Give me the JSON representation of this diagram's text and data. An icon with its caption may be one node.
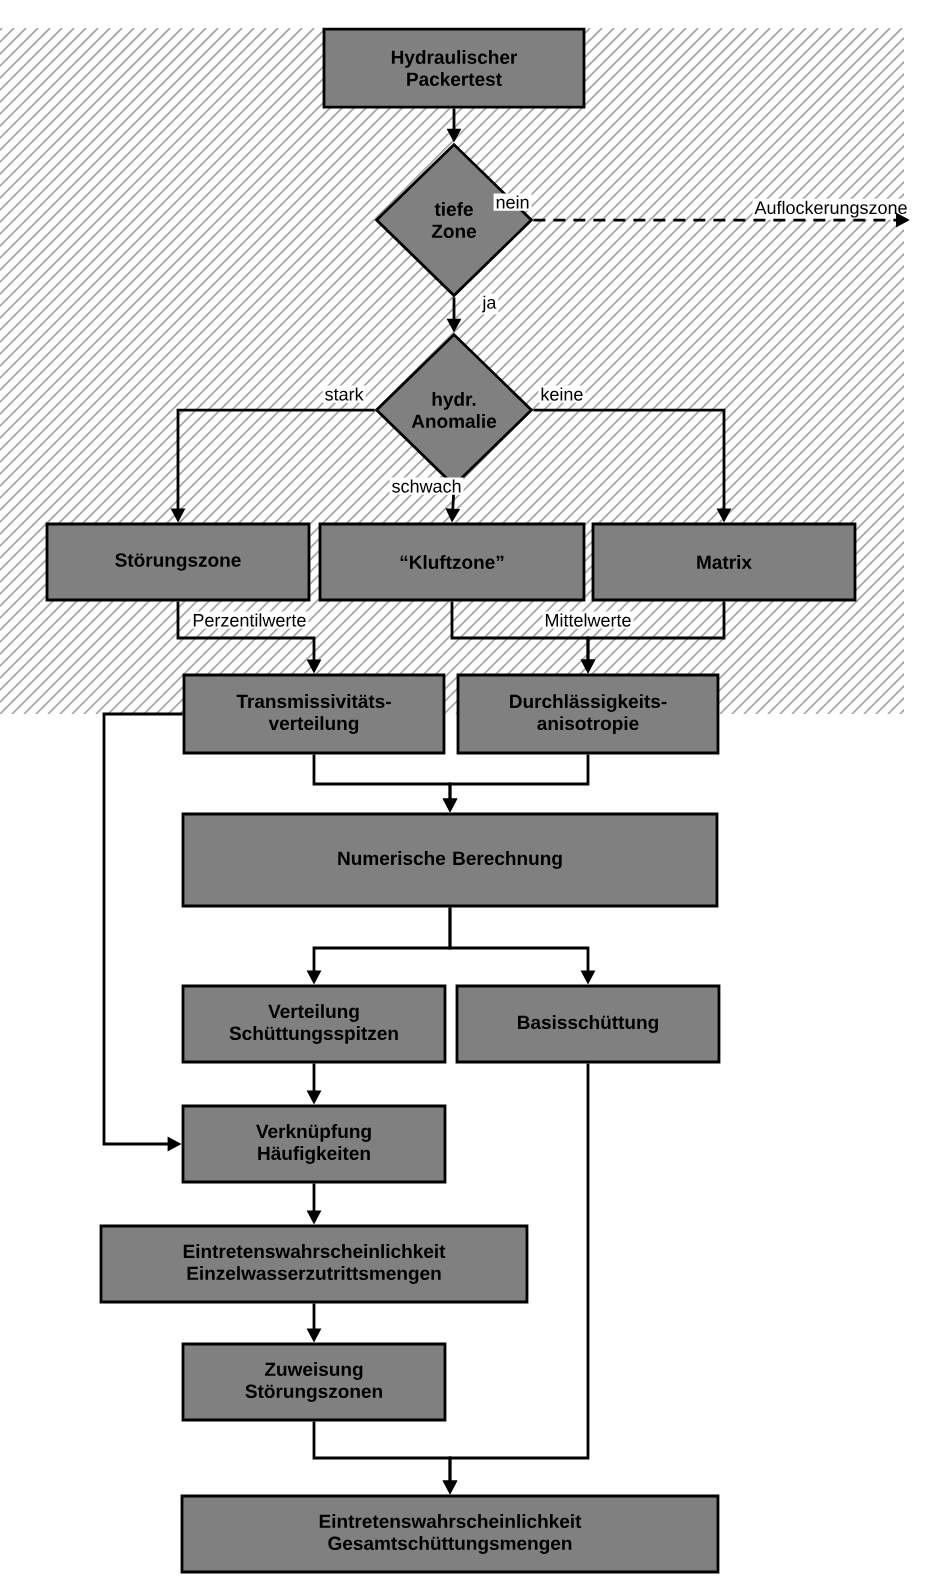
{
  "diagram": {
    "nodes": [
      {
        "text": [
          "Hydraulischer Packertest"
        ]
      },
      {
        "text": [
          "tiefe Zone"
        ]
      },
      {
        "text": [
          "hydr. Anomalie"
        ]
      },
      {
        "text": [
          "Störungszone"
        ]
      },
      {
        "text": [
          "“Kluftzone”"
        ]
      },
      {
        "text": [
          "Matrix"
        ]
      },
      {
        "text": [
          "Transmissivitäts- verteilung"
        ]
      },
      {
        "text": [
          "Durchlässigkeits- anisotropie"
        ]
      },
      {
        "text": [
          "Numerische Berechnung"
        ]
      },
      {
        "text": [
          "Verteilung Schüttungsspitzen"
        ]
      },
      {
        "text": [
          "Basisschüttung"
        ]
      },
      {
        "text": [
          "Verknüpfung Häufigkeiten"
        ]
      },
      {
        "text": [
          "Eintretenswahrscheinlichkeit Einzelwasserzutrittsmengen"
        ]
      },
      {
        "text": [
          "Zuweisung Störungszonen"
        ]
      },
      {
        "text": [
          "Eintretenswahrscheinlichkeit Gesamtschüttungsmengen"
        ]
      },
      {
        "text": [
          "Auflockerungszone"
        ]
      }
    ],
    "edges": [
      {
        "from": 0,
        "to": 1,
        "arrow": "to"
      },
      {
        "from": 1,
        "to": 2,
        "arrow": "to",
        "label": "ja"
      },
      {
        "from": 1,
        "to": 15,
        "arrow": "to",
        "label": "nein",
        "style": "dashed"
      },
      {
        "from": 2,
        "to": 3,
        "arrow": "to",
        "label": "stark"
      },
      {
        "from": 2,
        "to": 4,
        "arrow": "to",
        "label": "schwach"
      },
      {
        "from": 2,
        "to": 5,
        "arrow": "to",
        "label": "keine"
      },
      {
        "from": 3,
        "to": 6,
        "arrow": "to",
        "label": "Perzentilwerte"
      },
      {
        "from": 4,
        "to": 7,
        "arrow": "to",
        "label": "Mittelwerte"
      },
      {
        "from": 5,
        "to": 7,
        "arrow": "to"
      },
      {
        "from": 6,
        "to": 8,
        "arrow": "to"
      },
      {
        "from": 7,
        "to": 8,
        "arrow": "to"
      },
      {
        "from": 8,
        "to": 9,
        "arrow": "to"
      },
      {
        "from": 8,
        "to": 10,
        "arrow": "to"
      },
      {
        "from": 9,
        "to": 11,
        "arrow": "to"
      },
      {
        "from": 6,
        "to": 11,
        "arrow": "to"
      },
      {
        "from": 11,
        "to": 12,
        "arrow": "to"
      },
      {
        "from": 12,
        "to": 13,
        "arrow": "to"
      },
      {
        "from": 13,
        "to": 14,
        "arrow": "to"
      },
      {
        "from": 10,
        "to": 14,
        "arrow": "to"
      }
    ]
  }
}
